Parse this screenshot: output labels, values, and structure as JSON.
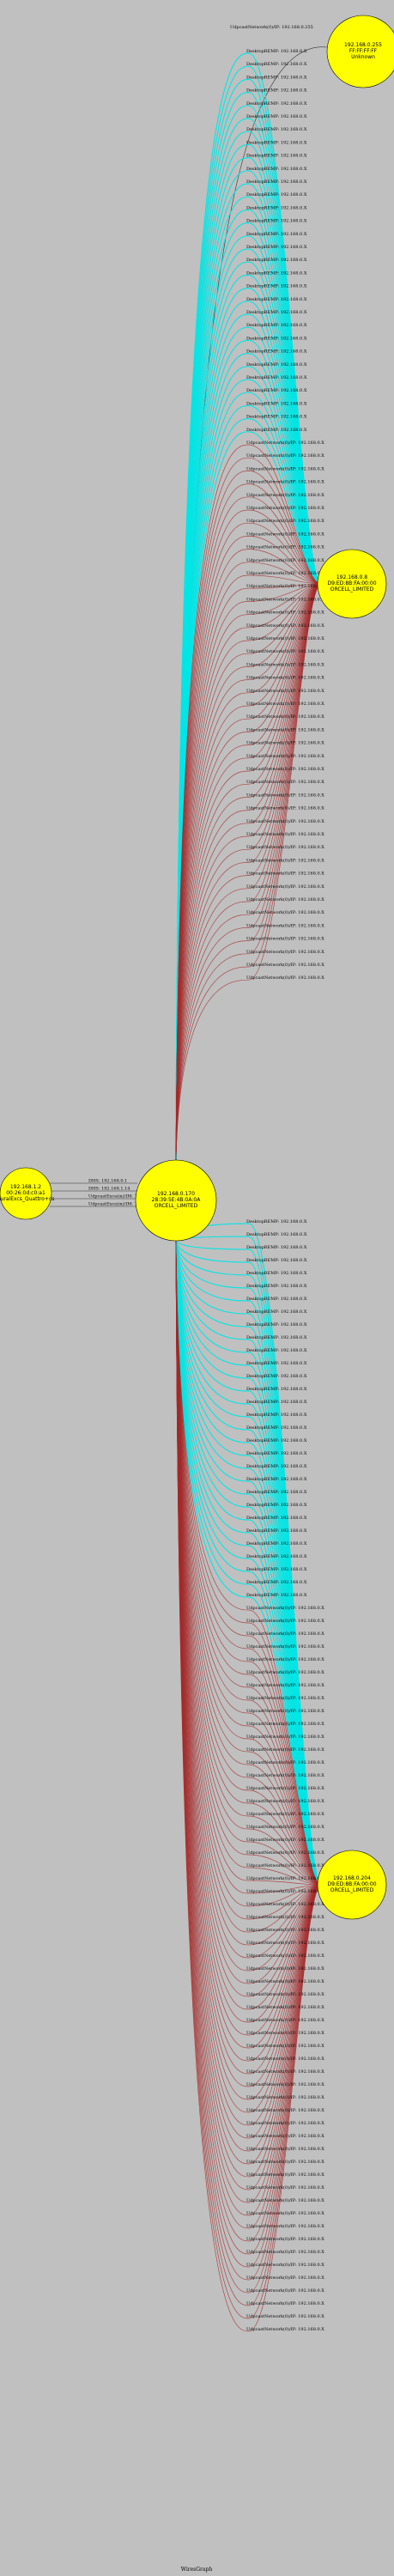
{
  "footer": "WiresGraph",
  "colors": {
    "background": "#c0c0c0",
    "node_fill": "#ffff00",
    "edge_cyan": "#00e5e5",
    "edge_red": "#a52a2a",
    "edge_dark": "#333333"
  },
  "nodes": [
    {
      "id": "n_left",
      "lines": [
        "192.168.1.2",
        "00:26:0d:c0:a1",
        "RuralExcs_Quattro+cs"
      ]
    },
    {
      "id": "n_mid",
      "lines": [
        "192.168.0.170",
        "28:39:5E:4B:0A:0A",
        "ORCELL_LIMITED"
      ]
    },
    {
      "id": "n_top",
      "lines": [
        "192.168.0.255",
        "FF:FF:FF:FF",
        "Unknown"
      ]
    },
    {
      "id": "n_r1",
      "lines": [
        "192.168.0.8",
        "D9:ED:8B:FA:00:00",
        "ORCELL_LIMITED"
      ]
    },
    {
      "id": "n_r2",
      "lines": [
        "192.168.0.204",
        "D9:ED:8B:FA:00:00",
        "ORCELL_LIMITED"
      ]
    }
  ],
  "left_edges": {
    "labels": [
      "DHS: 192.168.0.1",
      "DHS: 192.168.1.14",
      "UdpcastExcs(in)/IM: 192.168.0.1",
      "UdpcastExcs(in)/IM: 192.168.0.1"
    ]
  },
  "top_edge_label": "UdpcastNetwork(0)/IP: 192.168.0.255",
  "group1": {
    "cyan_label": "DesktopREMP: 192.168.0.X",
    "cyan_count": 30,
    "red_label": "UdpcastNetwork(0)/IP: 192.168.0.X",
    "red_count": 42
  },
  "group2": {
    "cyan_label": "DesktopREMP: 192.168.0.X",
    "cyan_count": 30,
    "red_label": "UdpcastNetwork(0)/IP: 192.168.0.X",
    "red_count": 57
  }
}
